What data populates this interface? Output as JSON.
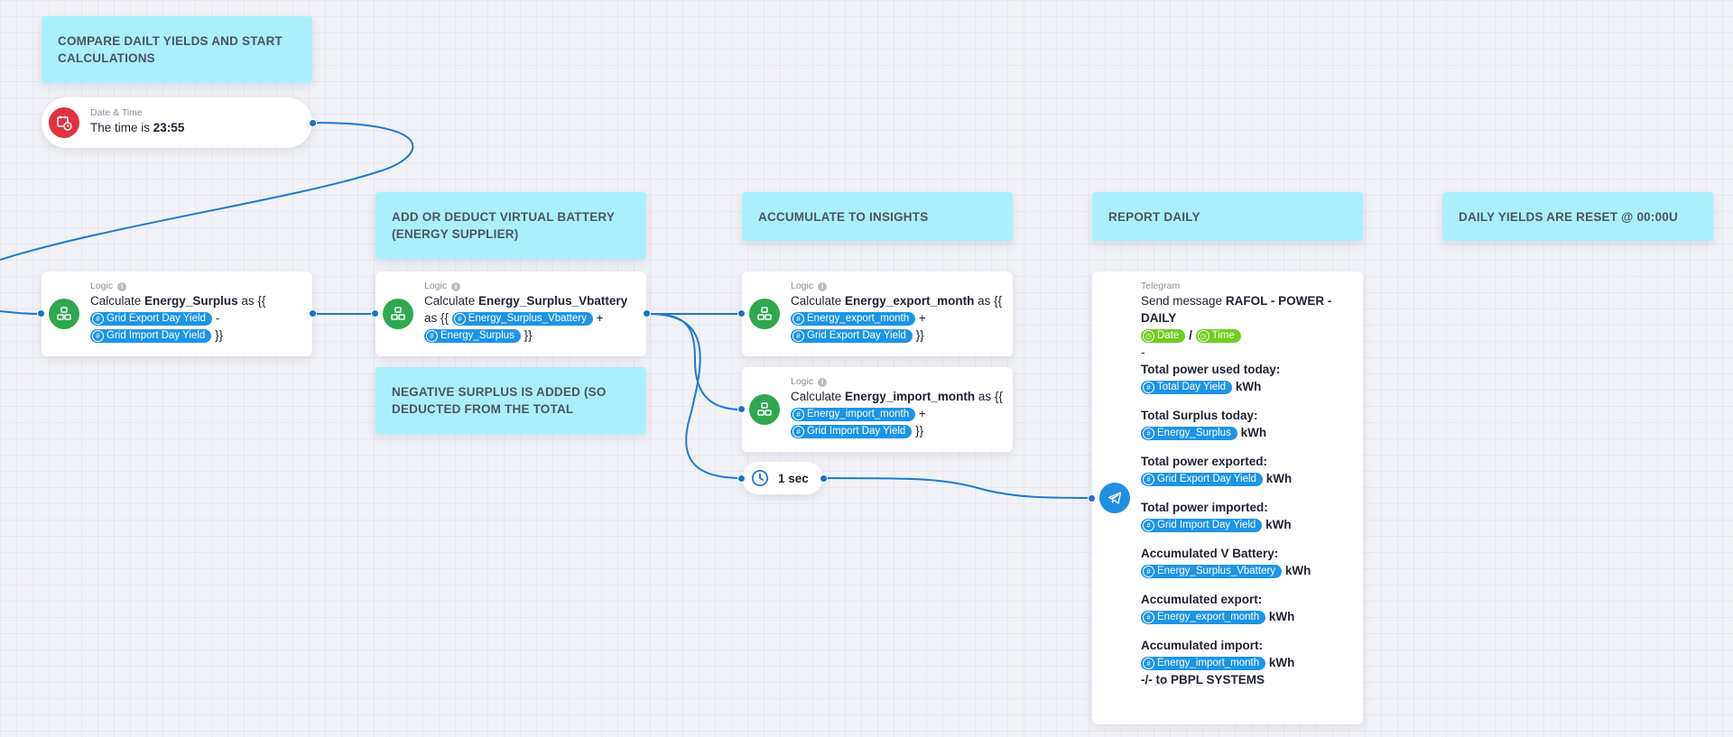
{
  "notes": {
    "compare": "COMPARE DAILT YIELDS AND START CALCULATIONS",
    "virtual_battery": "ADD OR DEDUCT VIRTUAL BATTERY (ENERGY SUPPLIER)",
    "accumulate": "ACCUMULATE TO INSIGHTS",
    "report": "REPORT DAILY",
    "reset": "DAILY YIELDS ARE RESET @ 00:00U",
    "negative": "NEGATIVE SURPLUS IS ADDED (SO DEDUCTED FROM THE TOTAL"
  },
  "trigger": {
    "kind": "Date & Time",
    "text": "The time is",
    "time": "23:55"
  },
  "logic_label": "Logic",
  "calc_word": "Calculate",
  "as_word": "as {{",
  "as_word2": "as {{",
  "close": "}}",
  "node_surplus": {
    "var": "Energy_Surplus",
    "tag1": "Grid Export Day Yield",
    "op": "-",
    "tag2": "Grid Import Day Yield"
  },
  "node_vbattery": {
    "var": "Energy_Surplus_Vbattery",
    "tag1": "Energy_Surplus_Vbattery",
    "op": "+",
    "tag2": "Energy_Surplus"
  },
  "node_export": {
    "var": "Energy_export_month",
    "tag1": "Energy_export_month",
    "op": "+",
    "tag2": "Grid Export Day Yield"
  },
  "node_import": {
    "var": "Energy_import_month",
    "tag1": "Energy_import_month",
    "op": "+",
    "tag2": "Grid Import Day Yield"
  },
  "delay": {
    "label": "1 sec"
  },
  "telegram": {
    "kind": "Telegram",
    "send": "Send message",
    "title": "RAFOL - POWER - DAILY",
    "date_tag": "Date",
    "slash": "/",
    "time_tag": "Time",
    "dash": "-",
    "used_label": "Total power used today:",
    "used_tag": "Total Day Yield",
    "unit": "kWh",
    "surplus_label": "Total Surplus today:",
    "surplus_tag": "Energy_Surplus",
    "exported_label": "Total power exported:",
    "exported_tag": "Grid Export Day Yield",
    "imported_label": "Total power imported:",
    "imported_tag": "Grid Import Day Yield",
    "vbat_label": "Accumulated V Battery:",
    "vbat_tag": "Energy_Surplus_Vbattery",
    "acc_export_label": "Accumulated export:",
    "acc_export_tag": "Energy_export_month",
    "acc_import_label": "Accumulated import:",
    "acc_import_tag": "Energy_import_month",
    "footer": "-/- to PBPL SYSTEMS"
  },
  "colors": {
    "note_bg": "#a9f0fb",
    "wire": "#1f78d1",
    "tag": "#1e94e6",
    "tag_lime": "#6fce22",
    "logic_icon": "#2fa84f",
    "clock_icon": "#e0323f"
  }
}
